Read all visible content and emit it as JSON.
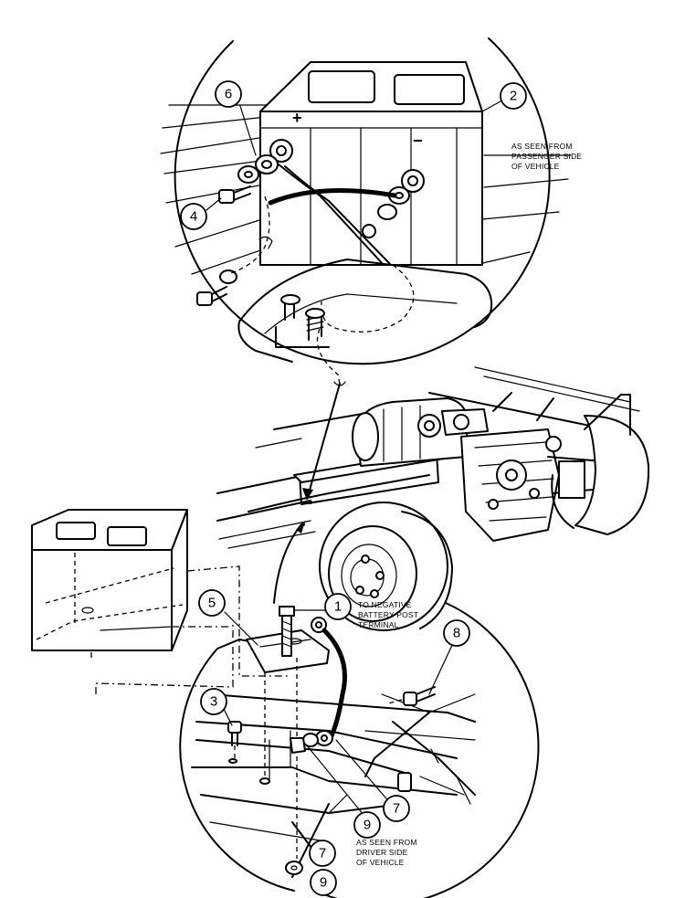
{
  "callouts": [
    {
      "id": "callout-6",
      "label": "6"
    },
    {
      "id": "callout-2",
      "label": "2"
    },
    {
      "id": "callout-4",
      "label": "4"
    },
    {
      "id": "callout-1",
      "label": "1"
    },
    {
      "id": "callout-5",
      "label": "5"
    },
    {
      "id": "callout-8",
      "label": "8"
    },
    {
      "id": "callout-3",
      "label": "3"
    },
    {
      "id": "callout-9-mid",
      "label": "9"
    },
    {
      "id": "callout-7-mid",
      "label": "7"
    },
    {
      "id": "callout-7-low",
      "label": "7"
    },
    {
      "id": "callout-9-low",
      "label": "9"
    }
  ],
  "notes": {
    "passenger_side": [
      "AS SEEN FROM",
      "PASSENGER SIDE",
      "OF VEHICLE"
    ],
    "negative_terminal": [
      "TO NEGATIVE",
      "BATTERY POST",
      "TERMINAL"
    ],
    "driver_side": [
      "AS SEEN FROM",
      "DRIVER SIDE",
      "OF VEHICLE"
    ]
  },
  "terminal_signs": {
    "positive": "+",
    "negative": "−"
  }
}
